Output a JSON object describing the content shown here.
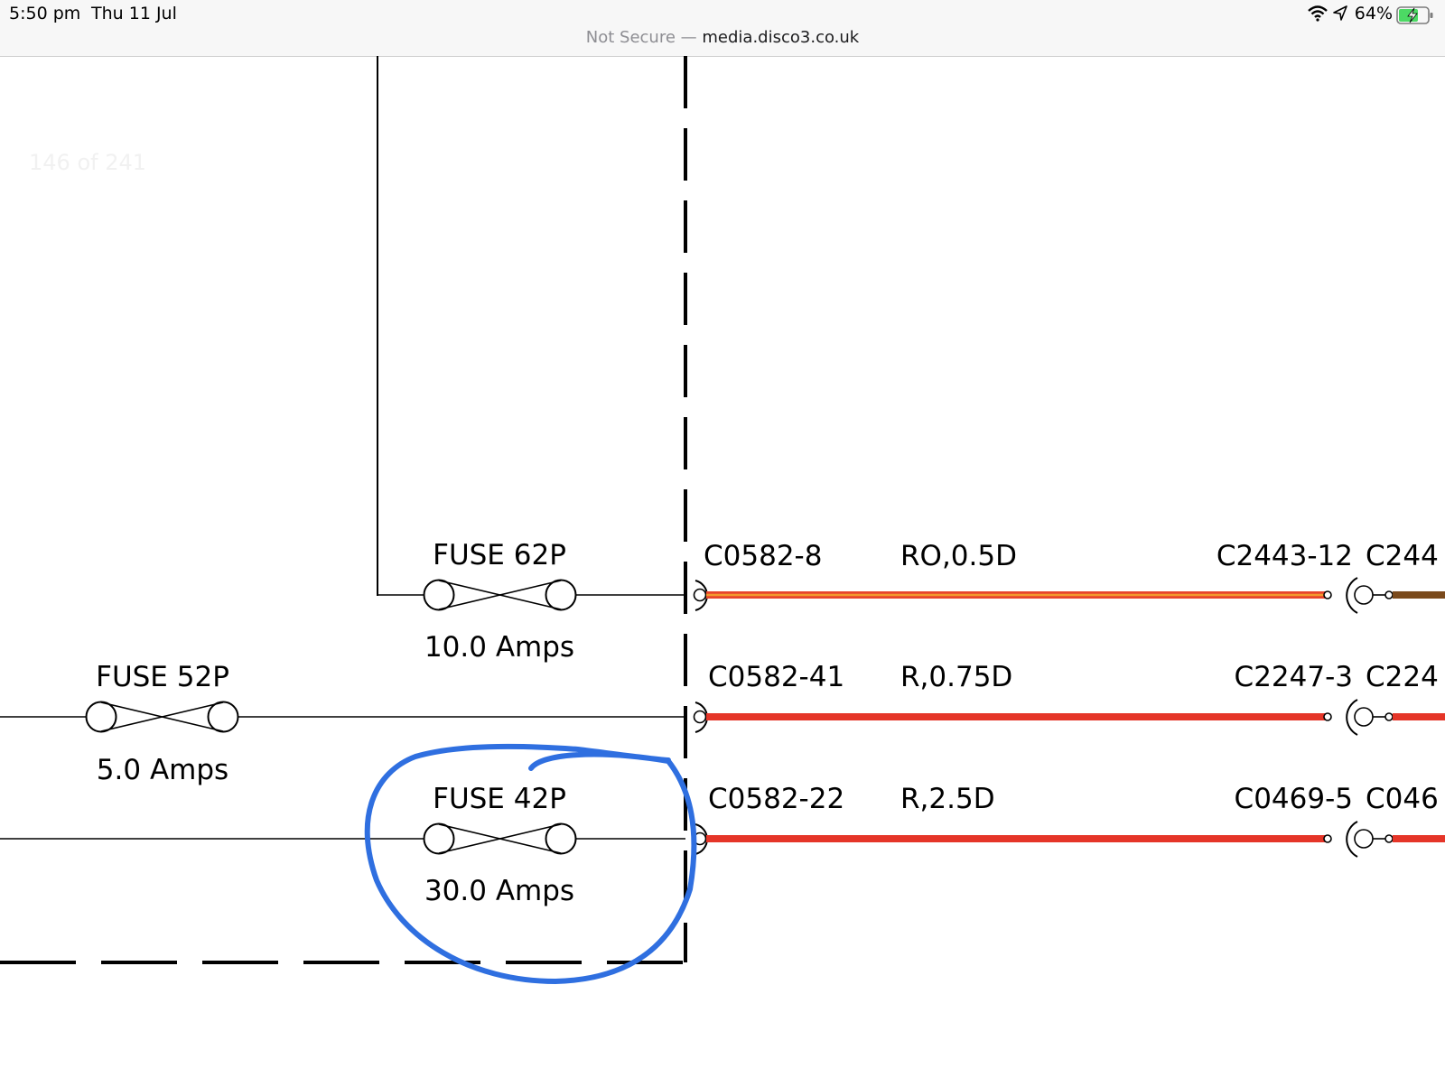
{
  "status_bar": {
    "time": "5:50 pm",
    "date": "Thu 11 Jul",
    "url_prefix": "Not Secure",
    "url_separator": "—",
    "url_host": "media.disco3.co.uk",
    "battery_percent": "64%",
    "icons": [
      "wifi-icon",
      "location-arrow-icon",
      "battery-charging-icon"
    ]
  },
  "viewer": {
    "page_counter": "146 of 241"
  },
  "diagram": {
    "fuses": [
      {
        "id": "fuse-62p",
        "label": "FUSE 62P",
        "rating": "10.0 Amps"
      },
      {
        "id": "fuse-52p",
        "label": "FUSE 52P",
        "rating": "5.0 Amps"
      },
      {
        "id": "fuse-42p",
        "label": "FUSE 42P",
        "rating": "30.0 Amps"
      }
    ],
    "wires": [
      {
        "from_connector": "C0582-8",
        "spec": "RO,0.5D",
        "to_connector": "C2443-12",
        "next_connector": "C244",
        "color": "#e8452c",
        "stripe_color": "#f29a2e",
        "continuation_color": "#7a4a1c"
      },
      {
        "from_connector": "C0582-41",
        "spec": "R,0.75D",
        "to_connector": "C2247-3",
        "next_connector": "C224",
        "color": "#e53528",
        "continuation_color": "#e53528"
      },
      {
        "from_connector": "C0582-22",
        "spec": "R,2.5D",
        "to_connector": "C0469-5",
        "next_connector": "C046",
        "color": "#e53528",
        "continuation_color": "#e53528"
      }
    ],
    "annotation": {
      "color": "#2f6fe0",
      "marks": "fuse-42p"
    }
  }
}
